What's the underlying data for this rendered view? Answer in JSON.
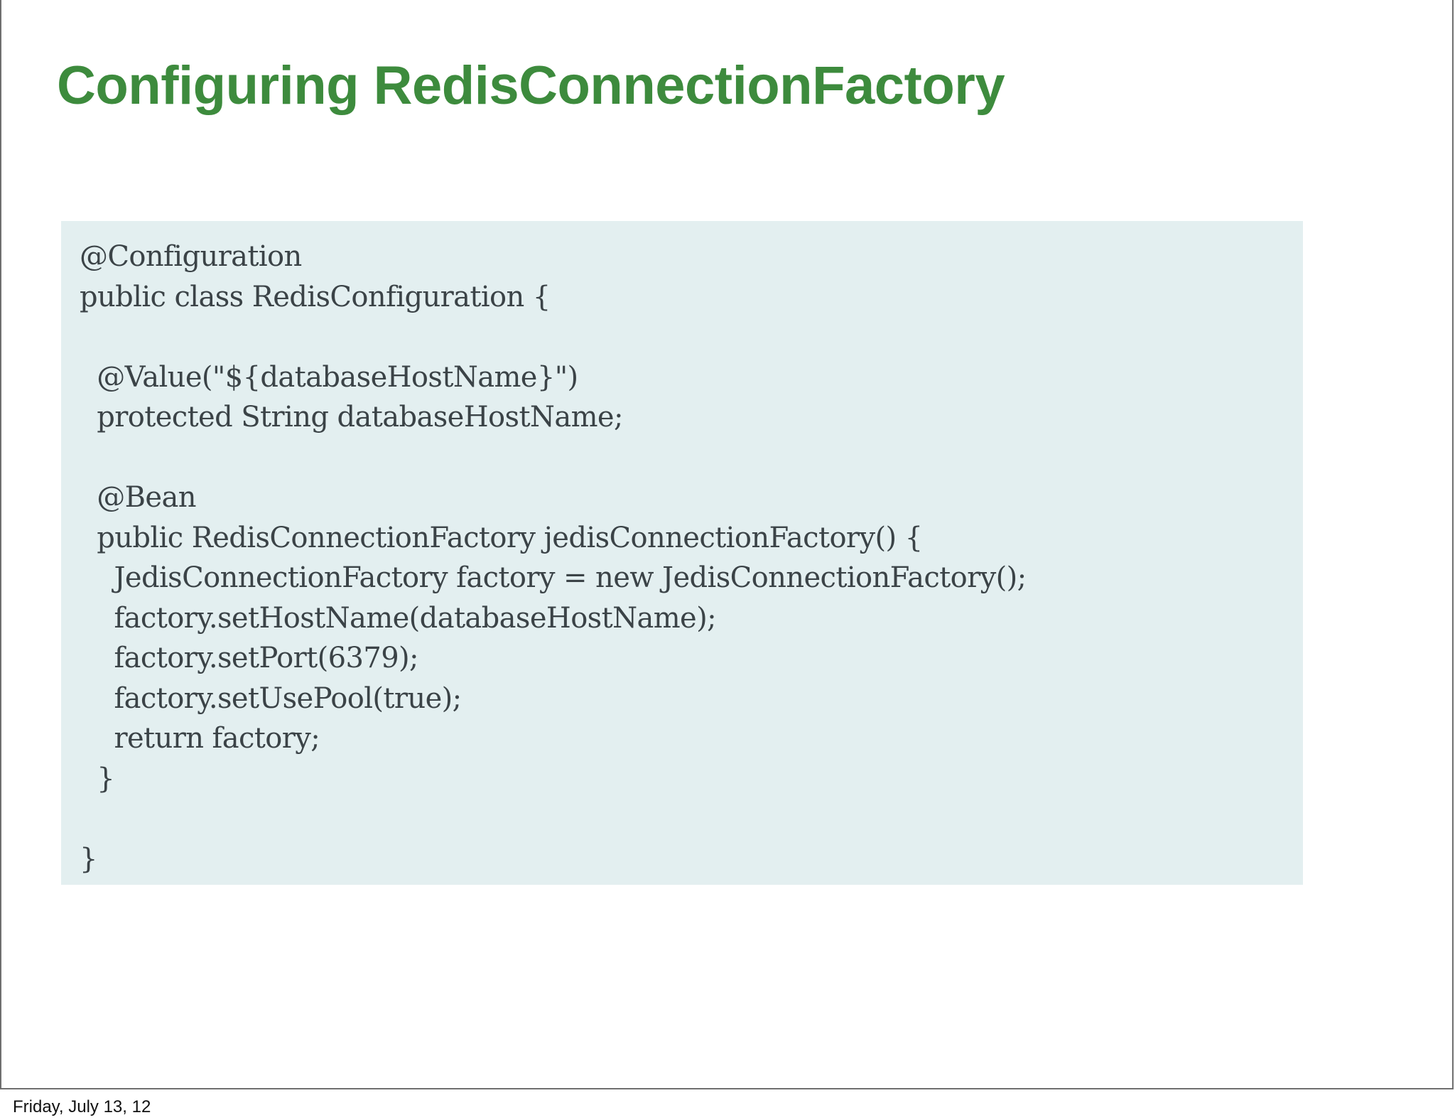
{
  "slide": {
    "title": "Configuring RedisConnectionFactory",
    "title_color": "#3d8b3d",
    "background_color": "#ffffff",
    "footer_date": "Friday, July 13, 12"
  },
  "code_block": {
    "background_color": "#e3eff0",
    "text_color": "#3b4347",
    "language": "java",
    "lines": [
      "@Configuration",
      "public class RedisConfiguration {",
      "",
      "  @Value(\"${databaseHostName}\")",
      "  protected String databaseHostName;",
      "",
      "  @Bean",
      "  public RedisConnectionFactory jedisConnectionFactory() {",
      "    JedisConnectionFactory factory = new JedisConnectionFactory();",
      "    factory.setHostName(databaseHostName);",
      "    factory.setPort(6379);",
      "    factory.setUsePool(true);",
      "    return factory;",
      "  }",
      "",
      "}"
    ]
  }
}
